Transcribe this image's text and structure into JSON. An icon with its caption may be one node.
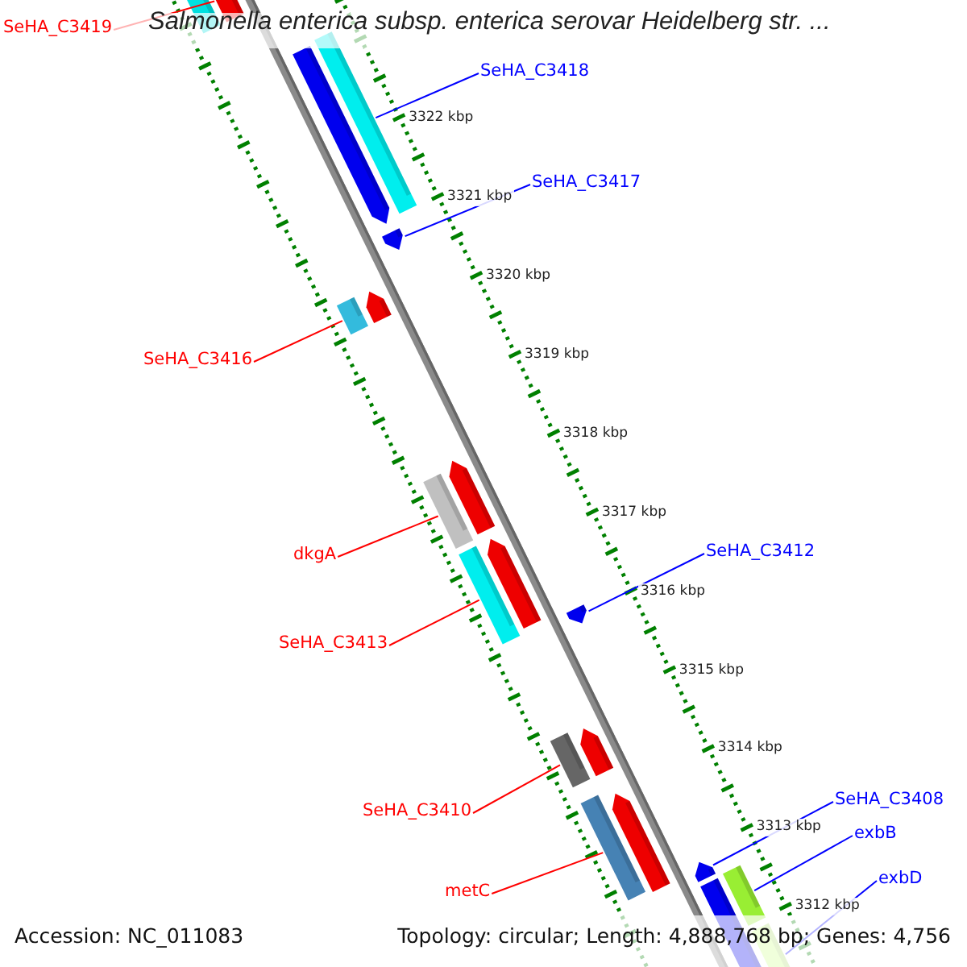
{
  "diagram": {
    "title": "Salmonella enterica subsp. enterica serovar Heidelberg str. ...",
    "nodes": [
      {
        "text": [
          "SeHA_C3419"
        ]
      },
      {
        "text": [
          "SeHA_C3418"
        ]
      },
      {
        "text": [
          "SeHA_C3417"
        ]
      },
      {
        "text": [
          "SeHA_C3416"
        ]
      },
      {
        "text": [
          "dkgA"
        ]
      },
      {
        "text": [
          "SeHA_C3413"
        ]
      },
      {
        "text": [
          "SeHA_C3412"
        ]
      },
      {
        "text": [
          "SeHA_C3410"
        ]
      },
      {
        "text": [
          "metC"
        ]
      },
      {
        "text": [
          "SeHA_C3408"
        ]
      },
      {
        "text": [
          "exbB"
        ]
      },
      {
        "text": [
          "exbD"
        ]
      },
      {
        "text": [],
        "shape": "bar"
      },
      {
        "text": [],
        "shape": "arrow"
      },
      {
        "text": [],
        "shape": "arrow"
      },
      {
        "text": [],
        "shape": "bar"
      },
      {
        "text": [],
        "shape": "arrow"
      },
      {
        "text": [],
        "shape": "bar"
      },
      {
        "text": [],
        "shape": "arrow"
      },
      {
        "text": [],
        "shape": "bar"
      },
      {
        "text": [],
        "shape": "arrow"
      },
      {
        "text": [],
        "shape": "bar"
      },
      {
        "text": [],
        "shape": "arrow"
      },
      {
        "text": [],
        "shape": "arrow"
      },
      {
        "text": [],
        "shape": "bar"
      },
      {
        "text": [],
        "shape": "arrow"
      },
      {
        "text": [],
        "shape": "bar"
      },
      {
        "text": [],
        "shape": "arrow"
      },
      {
        "text": [],
        "shape": "arrow"
      },
      {
        "text": [],
        "shape": "bar"
      },
      {
        "text": [],
        "shape": "bar"
      },
      {
        "text": [],
        "shape": "bar"
      }
    ],
    "edges": [
      {
        "from": 0,
        "to": 13,
        "arrow": "none",
        "color": "#ff0000"
      },
      {
        "from": 1,
        "to": 15,
        "arrow": "none",
        "color": "#0000ff"
      },
      {
        "from": 2,
        "to": 16,
        "arrow": "none",
        "color": "#0000ff"
      },
      {
        "from": 3,
        "to": 17,
        "arrow": "none",
        "color": "#ff0000"
      },
      {
        "from": 4,
        "to": 19,
        "arrow": "none",
        "color": "#ff0000"
      },
      {
        "from": 5,
        "to": 21,
        "arrow": "none",
        "color": "#ff0000"
      },
      {
        "from": 6,
        "to": 23,
        "arrow": "none",
        "color": "#0000ff"
      },
      {
        "from": 7,
        "to": 24,
        "arrow": "none",
        "color": "#ff0000"
      },
      {
        "from": 8,
        "to": 26,
        "arrow": "none",
        "color": "#ff0000"
      },
      {
        "from": 9,
        "to": 28,
        "arrow": "none",
        "color": "#0000ff"
      },
      {
        "from": 10,
        "to": 30,
        "arrow": "none",
        "color": "#0000ff"
      },
      {
        "from": 11,
        "to": 31,
        "arrow": "none",
        "color": "#0000ff"
      }
    ],
    "labels": [
      "3322 kbp",
      "3321 kbp",
      "3320 kbp",
      "3319 kbp",
      "3318 kbp",
      "3317 kbp",
      "3316 kbp",
      "3315 kbp",
      "3314 kbp",
      "3313 kbp",
      "3312 kbp",
      "Accession: NC_011083",
      "Topology: circular; Length: 4,888,768 bp; Genes: 4,756"
    ]
  }
}
